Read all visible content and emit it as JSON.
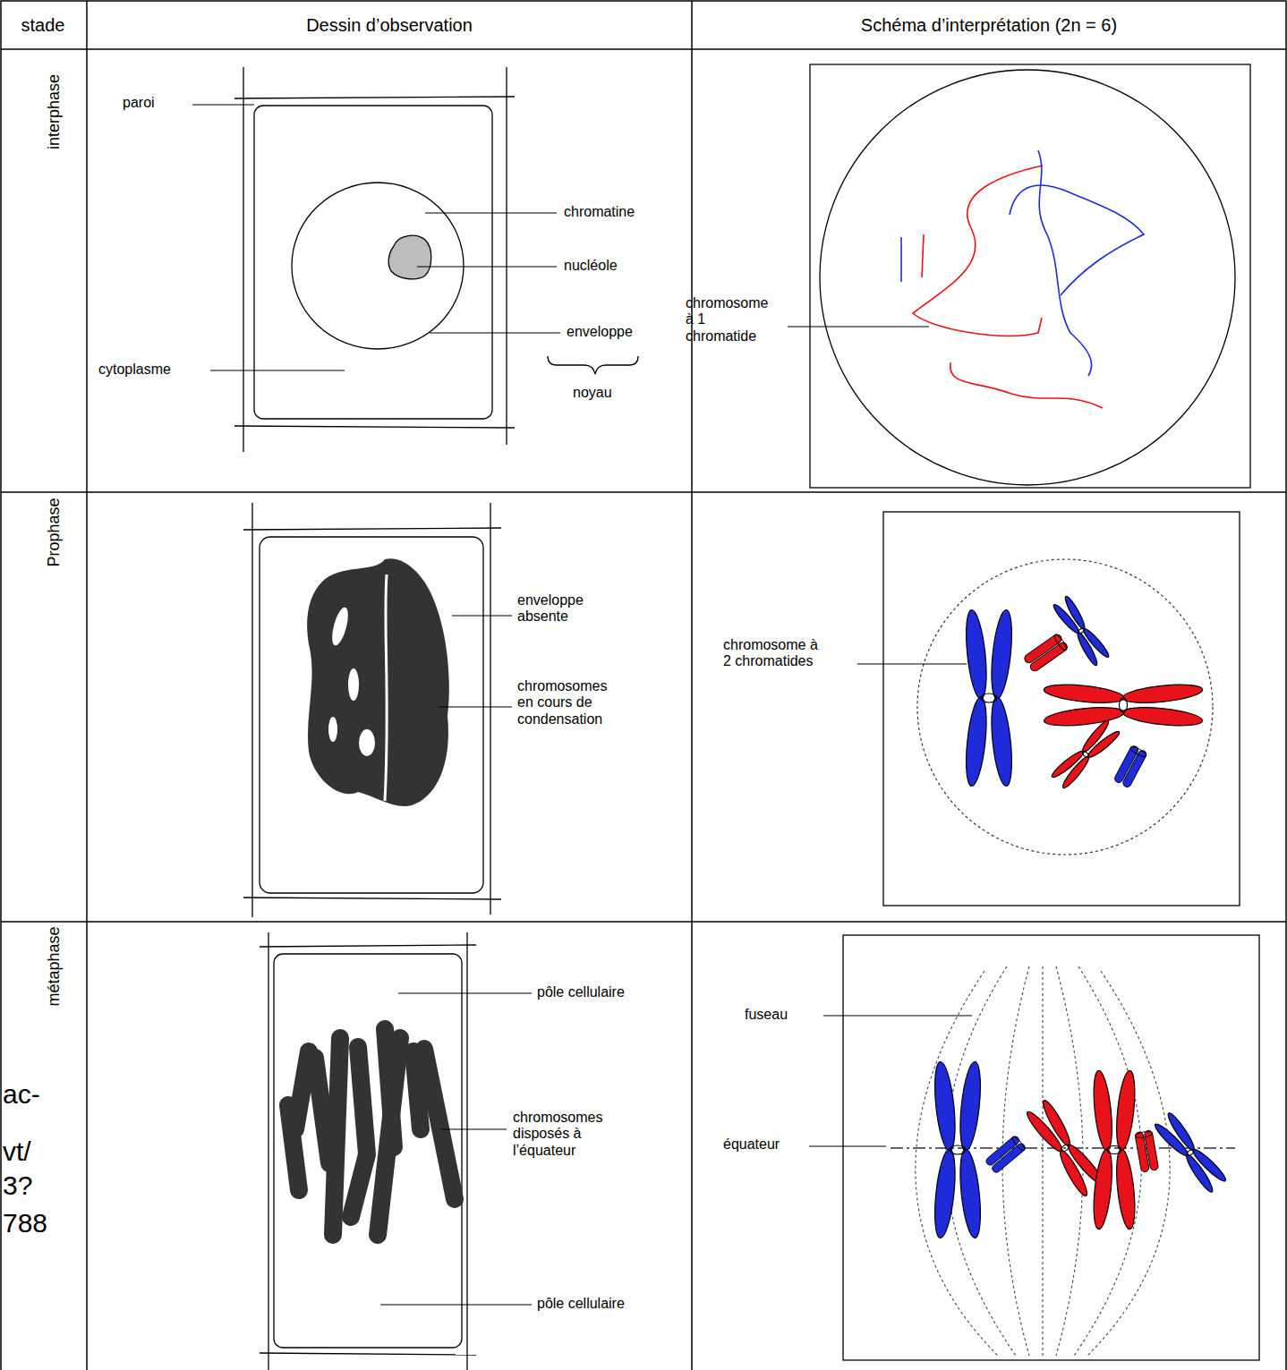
{
  "diagram": {
    "labels": [
      "stade",
      "Dessin d’observation",
      "Schéma d’interprétation (2n = 6)",
      "interphase",
      "paroi",
      "chromatine",
      "nucléole",
      "enveloppe",
      "noyau",
      "cytoplasme",
      "chromosome à 1 chromatide",
      "Prophase",
      "enveloppe absente",
      "chromosomes en cours de condensation",
      "chromosome à 2 chromatides",
      "métaphase",
      "pôle cellulaire",
      "chromosomes disposés à l’équateur",
      "pôle cellulaire",
      "fuseau",
      "équateur",
      "ac-",
      "vt/",
      "3?",
      "788"
    ]
  }
}
